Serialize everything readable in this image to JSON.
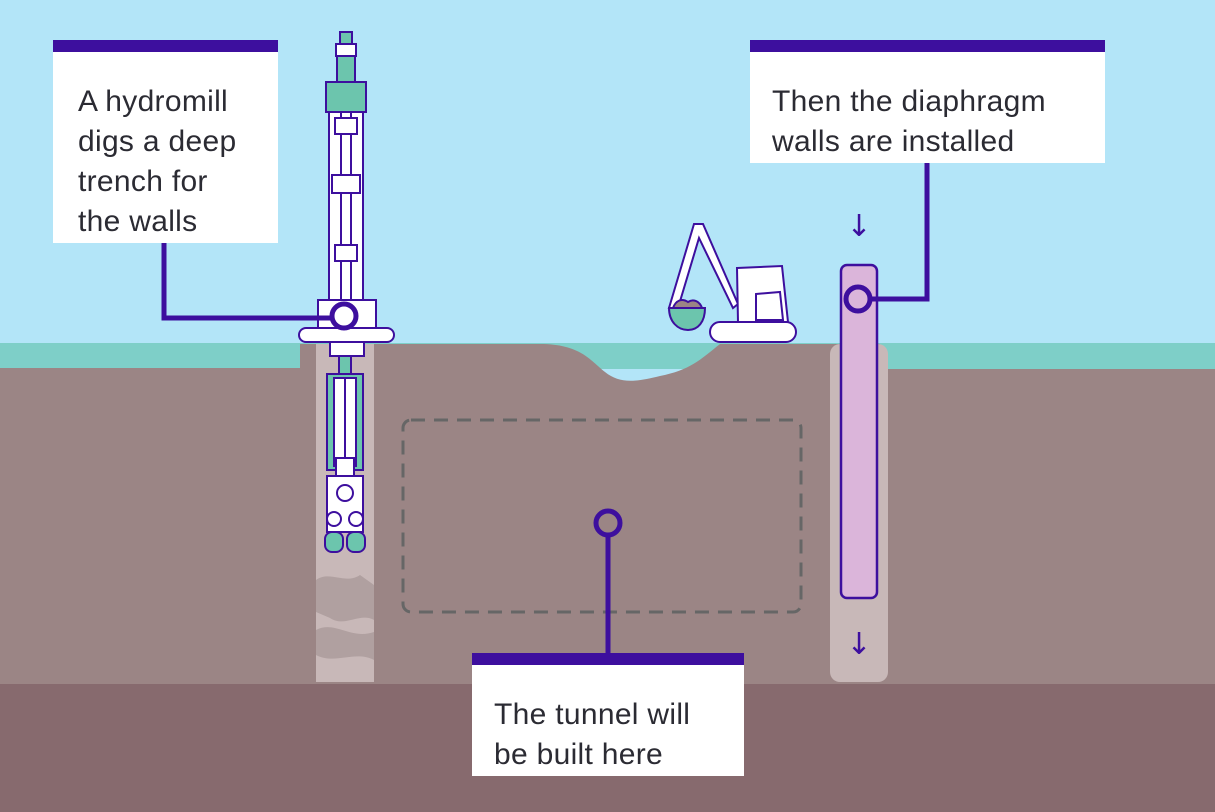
{
  "colors": {
    "sky": "#b3e5f8",
    "grass": "#7ecfc8",
    "soil": "#9b8585",
    "deep_soil": "#876a6e",
    "accent": "#3d0f9e",
    "machine_fill": "#ffffff",
    "machine_teal": "#6cc5ad",
    "wall_pink": "#dbb5da",
    "trench": "#c8b8b8",
    "tunnel_outline": "#666666"
  },
  "callouts": {
    "hydromill": "A hydromill\ndigs a deep\ntrench for\nthe walls",
    "walls": "Then the diaphragm\nwalls are installed",
    "tunnel": "The tunnel will\n be built here"
  },
  "icons": {
    "arrow_down": "↓"
  }
}
